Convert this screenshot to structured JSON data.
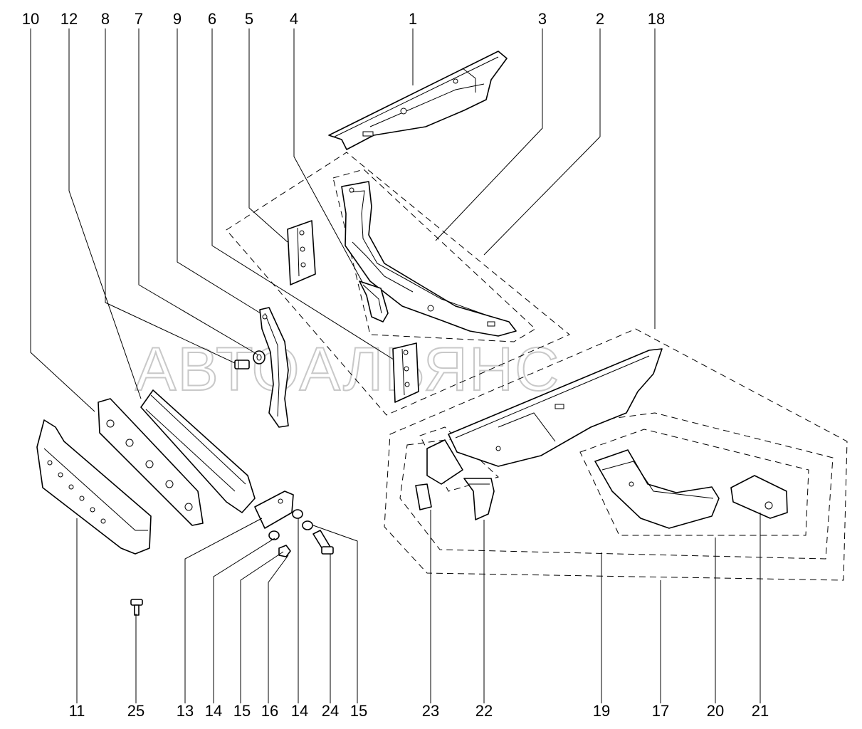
{
  "watermark": "АВТОАЛЬЯНС",
  "callouts_top": {
    "c10": "10",
    "c12": "12",
    "c8": "8",
    "c7": "7",
    "c9": "9",
    "c6": "6",
    "c5": "5",
    "c4": "4",
    "c1": "1",
    "c3": "3",
    "c2": "2",
    "c18": "18"
  },
  "callouts_bottom": {
    "c11": "11",
    "c25": "25",
    "c13": "13",
    "c14a": "14",
    "c15a": "15",
    "c16": "16",
    "c14b": "14",
    "c24": "24",
    "c15b": "15",
    "c23": "23",
    "c22": "22",
    "c19": "19",
    "c17": "17",
    "c20": "20",
    "c21": "21"
  }
}
